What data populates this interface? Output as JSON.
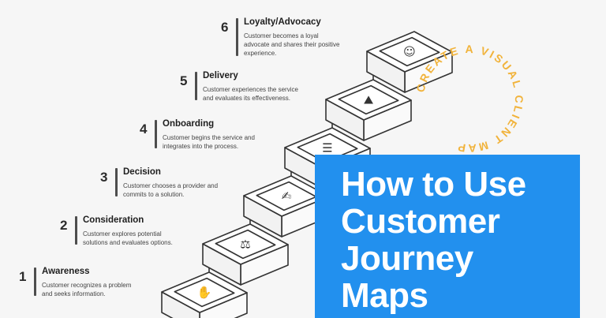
{
  "promo": {
    "line1": "How to Use",
    "line2": "Customer",
    "line3": "Journey",
    "line4": "Maps"
  },
  "circle_text": "CREATE A VISUAL CLIENT MAP",
  "colors": {
    "promo_bg": "#2290ee",
    "circle_text": "#f1b33b",
    "stair_stroke": "#333333"
  },
  "steps": [
    {
      "num": "1",
      "title": "Awareness",
      "desc1": "Customer recognizes a problem",
      "desc2": "and seeks information.",
      "icon": "puzzle-hand-icon"
    },
    {
      "num": "2",
      "title": "Consideration",
      "desc1": "Customer explores potential",
      "desc2": "solutions and evaluates options.",
      "icon": "balance-scale-icon"
    },
    {
      "num": "3",
      "title": "Decision",
      "desc1": "Customer chooses a provider and",
      "desc2": "commits to a solution.",
      "icon": "contract-handshake-icon"
    },
    {
      "num": "4",
      "title": "Onboarding",
      "desc1": "Customer begins the service and",
      "desc2": "integrates into the process.",
      "icon": "traffic-light-icon"
    },
    {
      "num": "5",
      "title": "Delivery",
      "desc1": "Customer experiences the service",
      "desc2": "and evaluates its effectiveness.",
      "icon": "mountain-flag-icon"
    },
    {
      "num": "6",
      "title": "Loyalty/Advocacy",
      "desc1": "Customer becomes a loyal",
      "desc2": "advocate and shares their positive",
      "desc3": "experience.",
      "icon": "megaphone-person-icon"
    }
  ]
}
